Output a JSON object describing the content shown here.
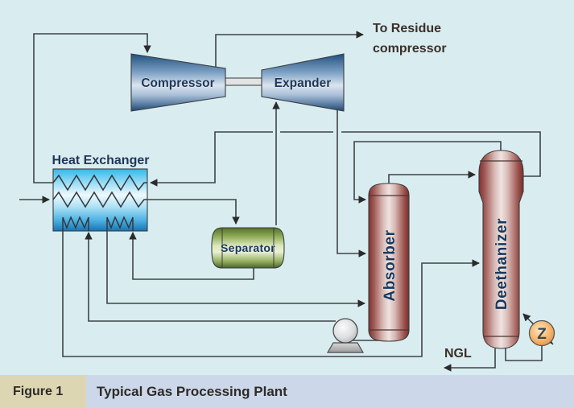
{
  "figure": {
    "label": "Figure 1",
    "title": "Typical Gas Processing Plant"
  },
  "equipment": {
    "compressor": {
      "label": "Compressor"
    },
    "expander": {
      "label": "Expander"
    },
    "heat_exchanger": {
      "label": "Heat Exchanger"
    },
    "separator": {
      "label": "Separator"
    },
    "absorber": {
      "label": "Absorber"
    },
    "deethanizer": {
      "label": "Deethanizer"
    },
    "pump": {
      "icon": "pump-icon"
    },
    "reboiler": {
      "icon": "reboiler-exchanger-icon",
      "symbol": "Z"
    }
  },
  "annotations": {
    "to_residue": {
      "line1": "To Residue",
      "line2": "compressor"
    },
    "ngl": {
      "label": "NGL"
    }
  },
  "colors": {
    "background": "#d9edf1",
    "line": "#3f4345",
    "vessel_label": "#17375e",
    "annotation_text": "#3c2f28",
    "ngl_text": "#35404d",
    "caption_label_bg": "#ddd6b3",
    "caption_bg": "#ccd8ea",
    "caption_text": "#2e2b26"
  }
}
